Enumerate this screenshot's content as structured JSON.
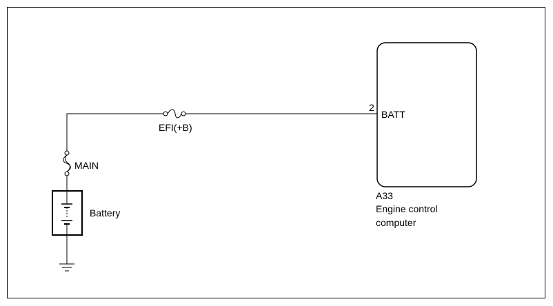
{
  "diagram": {
    "ecu": {
      "pin_number": "2",
      "pin_label": "BATT",
      "connector_code": "A33",
      "name_line1": "Engine control",
      "name_line2": "computer"
    },
    "fuses": {
      "efi_label": "EFI(+B)",
      "main_label": "MAIN"
    },
    "battery": {
      "label": "Battery"
    }
  }
}
